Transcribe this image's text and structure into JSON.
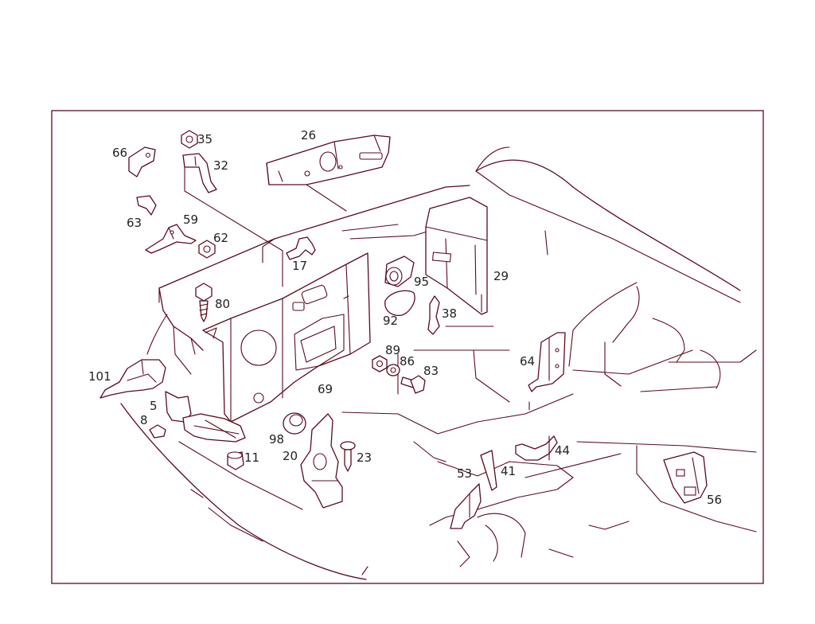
{
  "diagram": {
    "callouts": [
      {
        "id": "c35",
        "text": "35"
      },
      {
        "id": "c26",
        "text": "26"
      },
      {
        "id": "c66",
        "text": "66"
      },
      {
        "id": "c32",
        "text": "32"
      },
      {
        "id": "c63",
        "text": "63"
      },
      {
        "id": "c59",
        "text": "59"
      },
      {
        "id": "c62",
        "text": "62"
      },
      {
        "id": "c17",
        "text": "17"
      },
      {
        "id": "c29",
        "text": "29"
      },
      {
        "id": "c95",
        "text": "95"
      },
      {
        "id": "c80",
        "text": "80"
      },
      {
        "id": "c38",
        "text": "38"
      },
      {
        "id": "c92",
        "text": "92"
      },
      {
        "id": "c89",
        "text": "89"
      },
      {
        "id": "c86",
        "text": "86"
      },
      {
        "id": "c83",
        "text": "83"
      },
      {
        "id": "c64",
        "text": "64"
      },
      {
        "id": "c101",
        "text": "101"
      },
      {
        "id": "c69",
        "text": "69"
      },
      {
        "id": "c5",
        "text": "5"
      },
      {
        "id": "c8",
        "text": "8"
      },
      {
        "id": "c98",
        "text": "98"
      },
      {
        "id": "c20",
        "text": "20"
      },
      {
        "id": "c23",
        "text": "23"
      },
      {
        "id": "c11",
        "text": "11"
      },
      {
        "id": "c44",
        "text": "44"
      },
      {
        "id": "c41",
        "text": "41"
      },
      {
        "id": "c53",
        "text": "53"
      },
      {
        "id": "c56",
        "text": "56"
      }
    ]
  }
}
